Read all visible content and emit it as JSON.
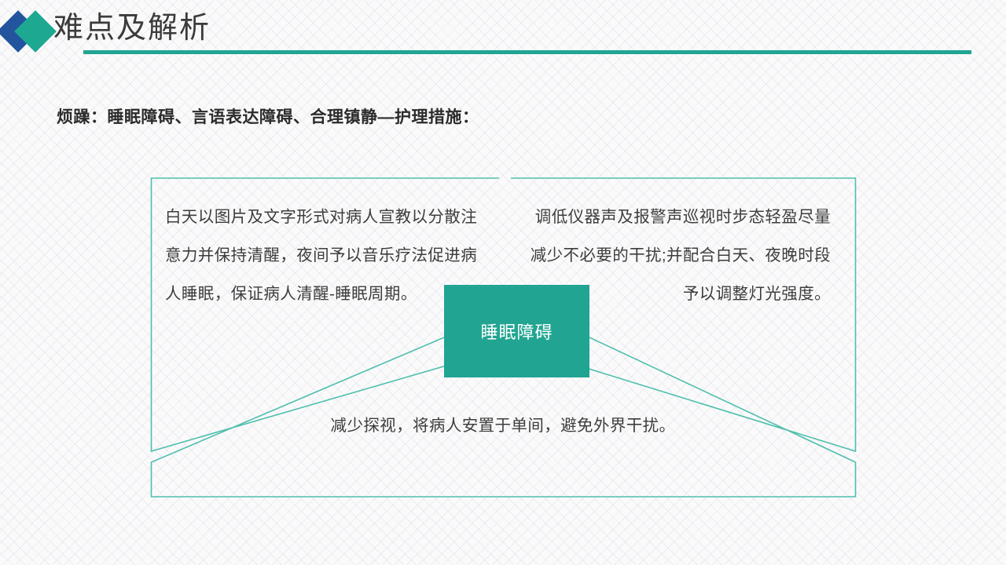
{
  "slide": {
    "title": "难点及解析",
    "subtitle": "烦躁：睡眠障碍、言语表达障碍、合理镇静—护理措施：",
    "accent_teal": "#21A592",
    "accent_blue": "#23559E",
    "border_teal": "#4FBFAC",
    "background": "#fafafb",
    "title_color": "#3B3B3B",
    "body_text_color": "#3d3d3d"
  },
  "logo": {
    "left_diamond_name": "blue-diamond",
    "right_diamond_name": "teal-diamond"
  },
  "diagram": {
    "center": {
      "label": "睡眠障碍",
      "fill": "#21A592",
      "text_color": "#ffffff"
    },
    "branches": [
      {
        "id": "left",
        "text": "白天以图片及文字形式对病人宣教以分散注意力并保持清醒，夜间予以音乐疗法促进病人睡眠，保证病人清醒-睡眠周期。",
        "align": "left"
      },
      {
        "id": "right",
        "text": "调低仪器声及报警声巡视时步态轻盈尽量减少不必要的干扰;并配合白天、夜晚时段予以调整灯光强度。",
        "align": "right"
      },
      {
        "id": "bottom",
        "text": "减少探视，将病人安置于单间，避免外界干扰。",
        "align": "center"
      }
    ]
  }
}
